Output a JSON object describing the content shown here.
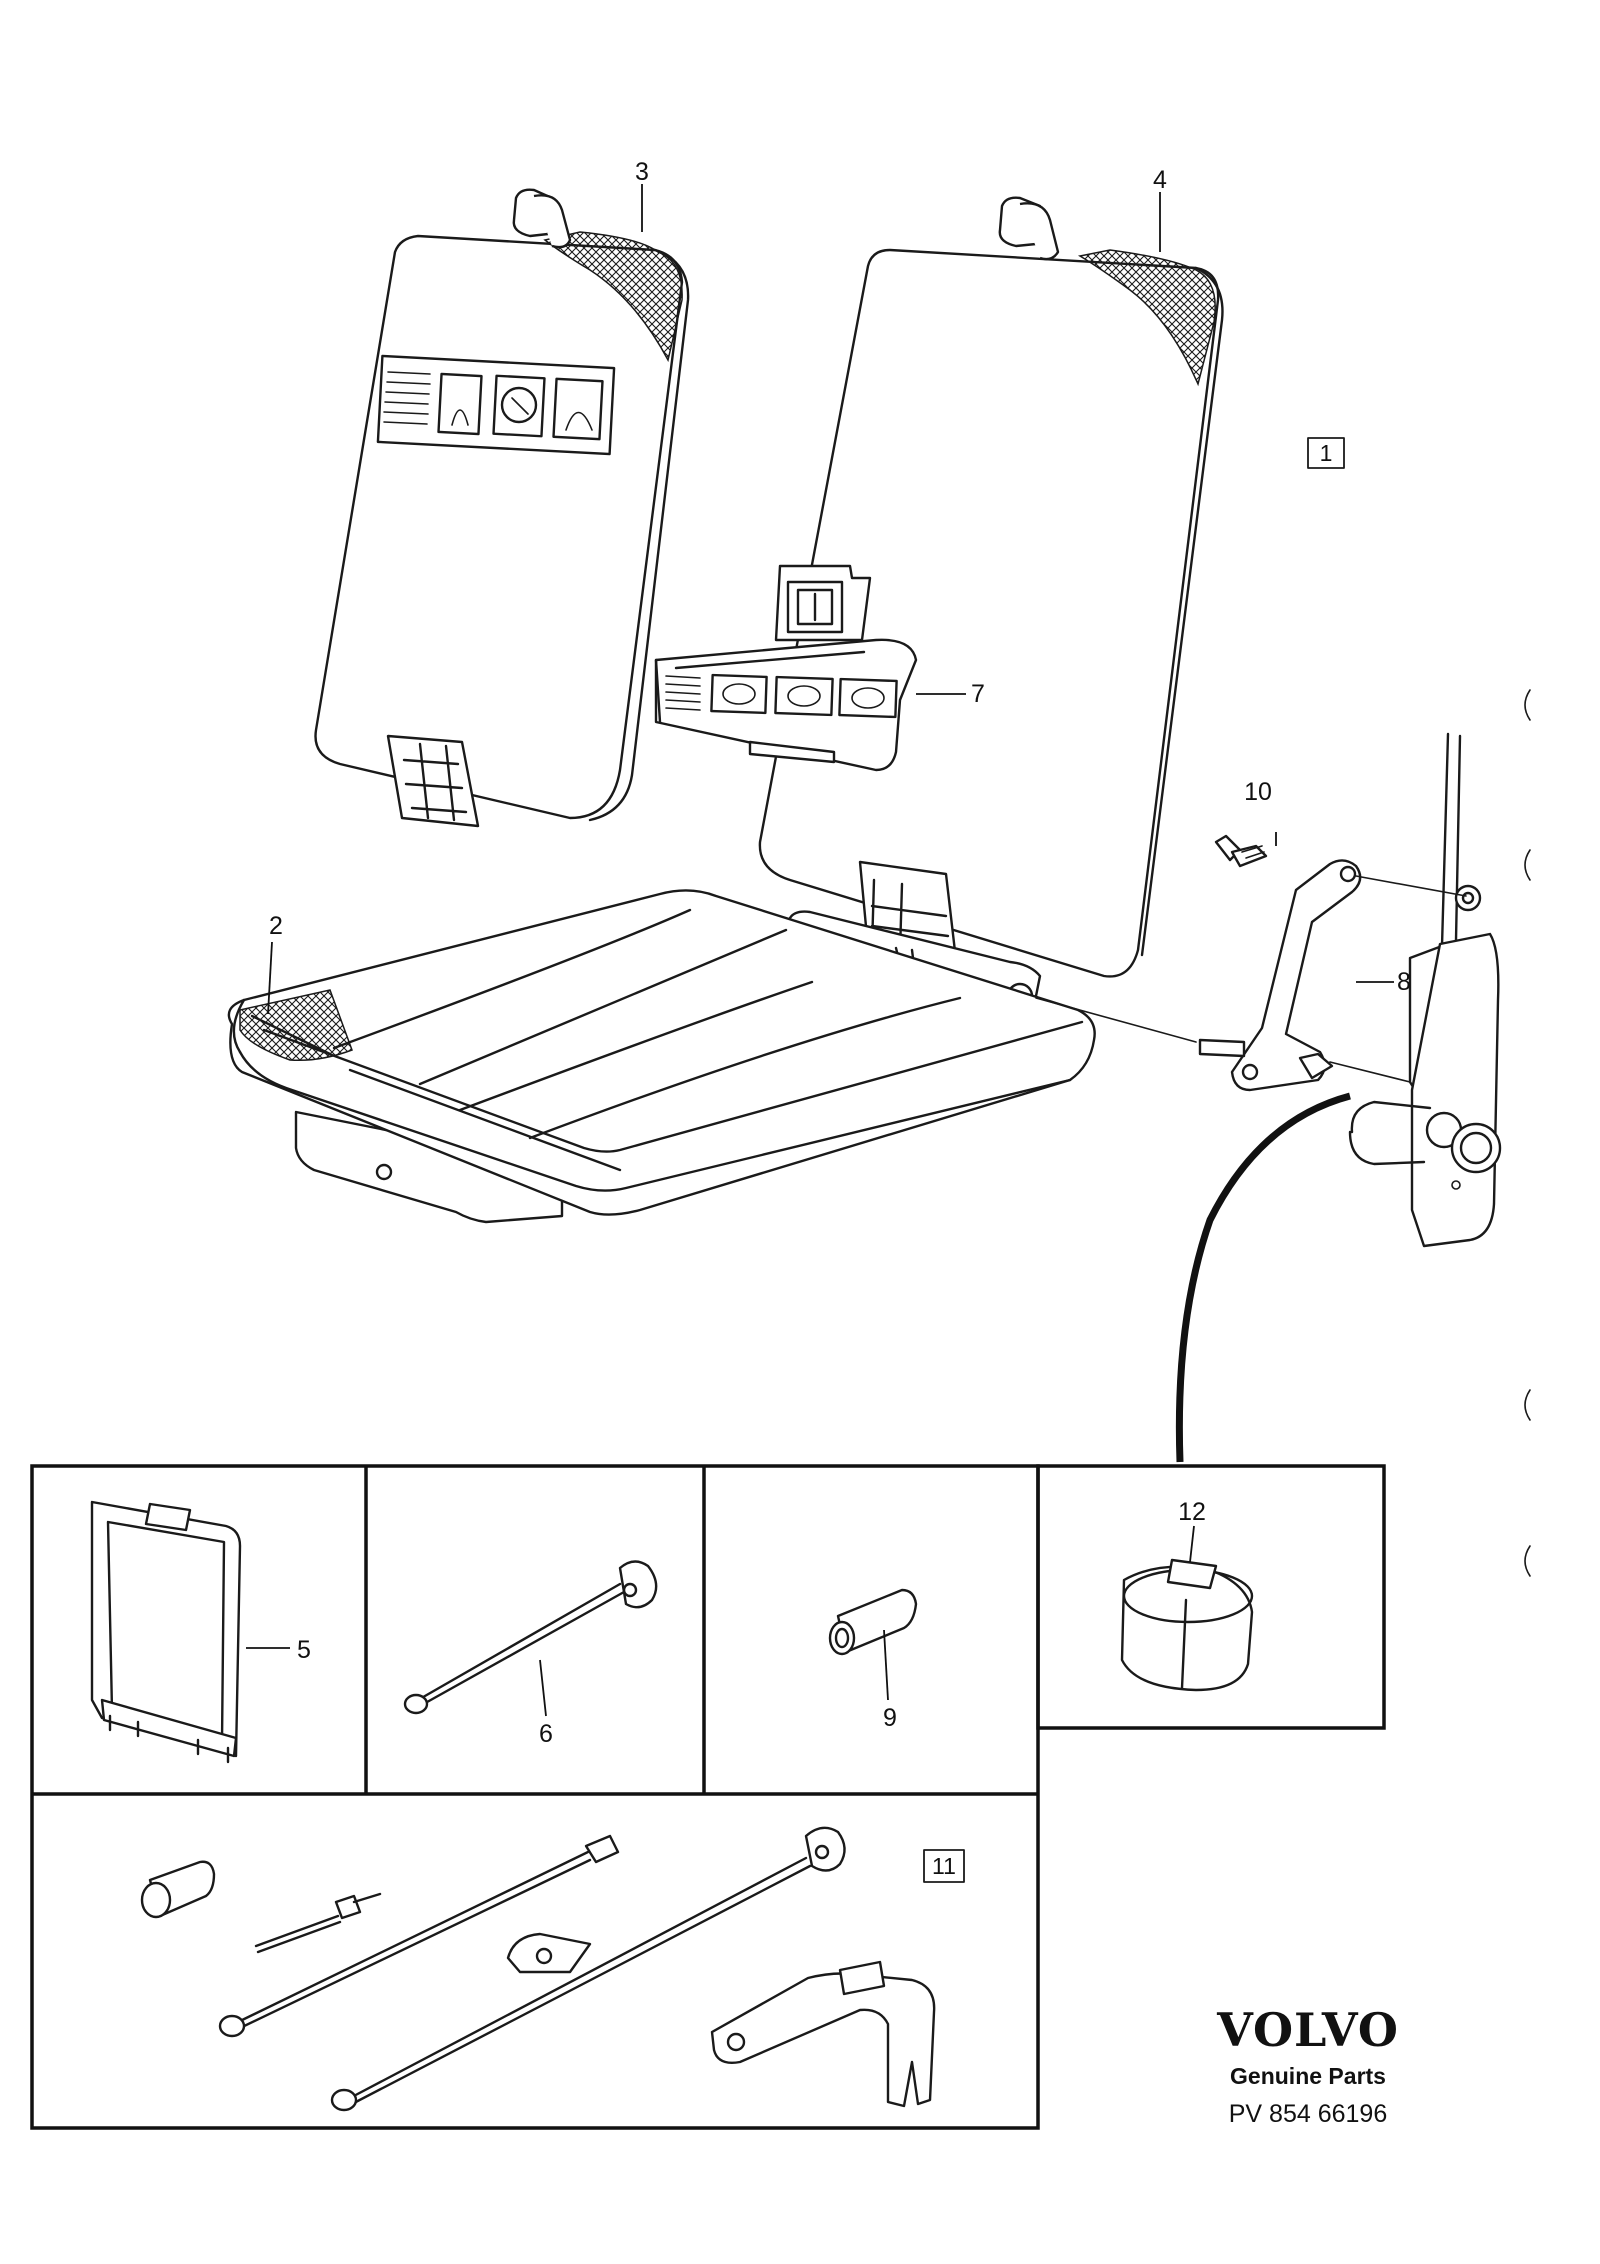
{
  "callouts": {
    "c1": "1",
    "c2": "2",
    "c3": "3",
    "c4": "4",
    "c5": "5",
    "c6": "6",
    "c7": "7",
    "c8": "8",
    "c9": "9",
    "c10": "10",
    "c11": "11",
    "c12": "12"
  },
  "brand": {
    "logo": "VOLVO",
    "tagline": "Genuine Parts",
    "reference": "PV 854 66196"
  }
}
